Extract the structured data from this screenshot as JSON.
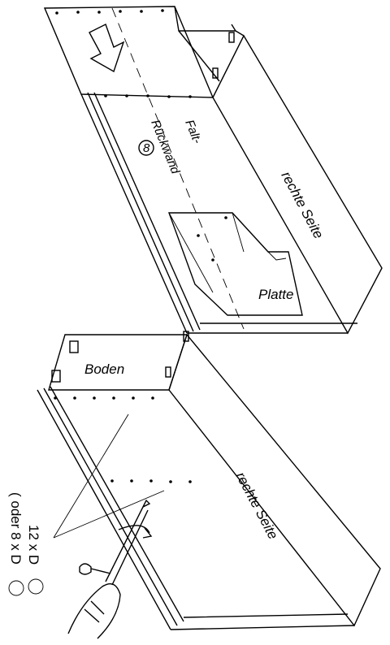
{
  "top_view": {
    "label_falt": "Falt-",
    "label_rueckwand": "Rückwand",
    "label_rueckwand_number": "8",
    "label_rechte_seite": "rechte Seite",
    "label_platte": "Platte"
  },
  "bottom_view": {
    "label_boden": "Boden",
    "label_rechte_seite": "rechte Seite",
    "label_screws": "12 x D",
    "label_screws_alt": "( oder 8 x D"
  }
}
